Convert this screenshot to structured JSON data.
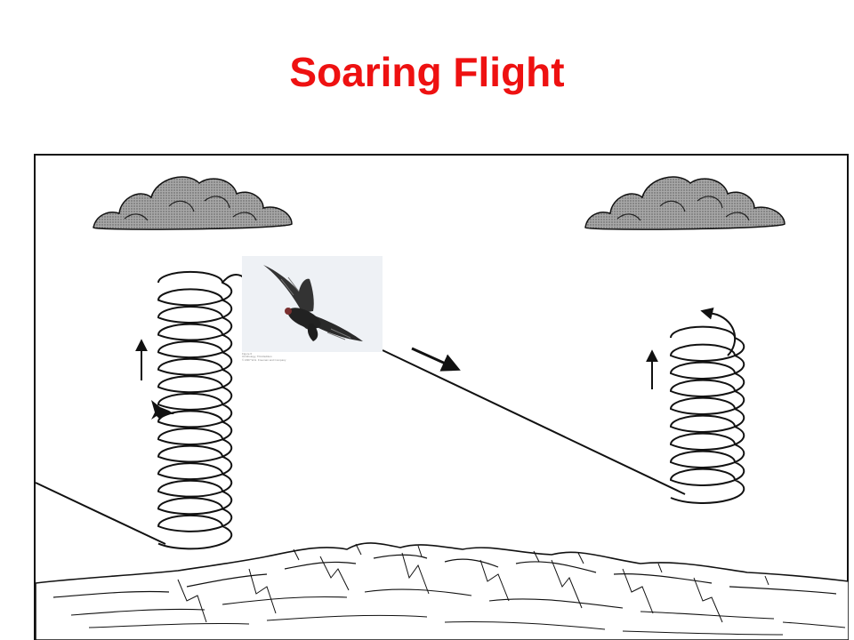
{
  "title": "Soaring Flight",
  "colors": {
    "title": "#ee1111",
    "line": "#111111",
    "cloud_fill": "#a8a8a8",
    "sky_photo": "#eef1f5"
  },
  "icons": {
    "clouds": "cloud-icon",
    "bird": "hawk-silhouette-icon",
    "arrows": "arrow-up-icon"
  },
  "photo": {
    "caption_lines": [
      "Figure 6",
      "Ornithology, Third Edition",
      "© 2007 W.H. Freeman and Company"
    ]
  }
}
